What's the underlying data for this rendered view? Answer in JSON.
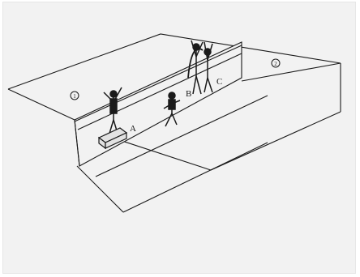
{
  "diagram": {
    "labels": {
      "marker_a": "A",
      "marker_b": "B",
      "marker_c": "C"
    },
    "zones": {
      "zone_1": "1",
      "zone_2": "2"
    },
    "colors": {
      "background": "#f2f2f2",
      "ink": "#1a1a1a"
    }
  }
}
